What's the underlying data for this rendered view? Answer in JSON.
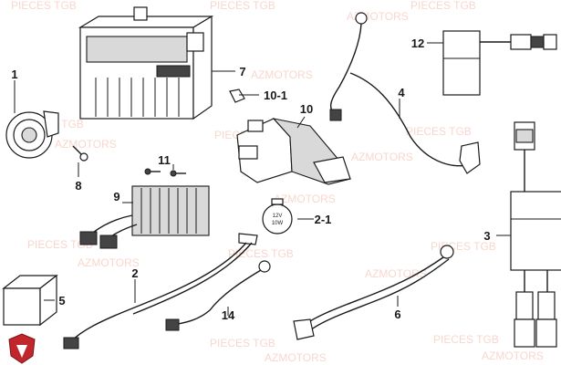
{
  "watermark": {
    "line1": "PIECES TGB",
    "line2": "AZMOTORS"
  },
  "callouts": {
    "horn": "1",
    "wiring_harness": "2",
    "indicator_relay": "2-1",
    "cdi_unit": "3",
    "battery_cable": "4",
    "relay_box": "5",
    "ground_cable": "6",
    "battery": "7",
    "screw": "8",
    "regulator": "9",
    "starter_relay": "10",
    "relay_clip": "10-1",
    "bolts": "11",
    "ignition_coil": "12",
    "sub_harness": "14"
  },
  "indicator_label": {
    "line1": "12V",
    "line2": "10W"
  },
  "colors": {
    "watermark": "#f2b6a6",
    "logo": "#c0262c",
    "line": "#1a1a1a"
  }
}
